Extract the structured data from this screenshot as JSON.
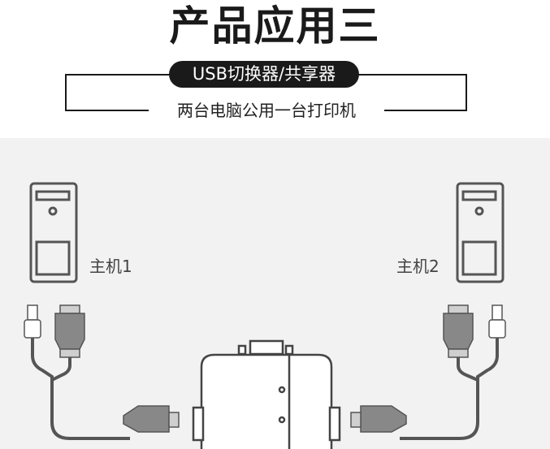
{
  "header": {
    "title": "产品应用三",
    "badge": "USB切换器/共享器",
    "subtitle": "两台电脑公用一台打印机"
  },
  "hosts": [
    {
      "label": "主机1"
    },
    {
      "label": "主机2"
    }
  ],
  "colors": {
    "background": "#ffffff",
    "panel": "#f2f2f2",
    "ink": "#1a1a1a",
    "line": "#555555"
  }
}
